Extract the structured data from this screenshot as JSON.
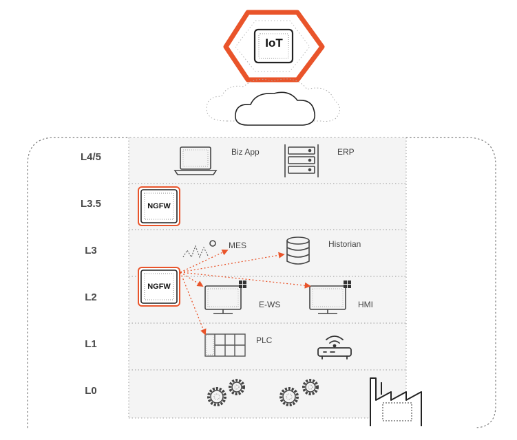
{
  "levels": {
    "l45": "L4/5",
    "l35": "L3.5",
    "l3": "L3",
    "l2": "L2",
    "l1": "L1",
    "l0": "L0"
  },
  "iot": {
    "label": "IoT"
  },
  "firewalls": {
    "l35_label": "NGFW",
    "l2_label": "NGFW"
  },
  "nodes": {
    "biz_app": "Biz App",
    "erp": "ERP",
    "mes": "MES",
    "historian": "Historian",
    "e_ws": "E-WS",
    "hmi": "HMI",
    "plc": "PLC"
  },
  "colors": {
    "accent": "#e9542a",
    "band_fill": "#f4f4f4",
    "line_gray": "#aaaaaa"
  },
  "icons": [
    "hexagon-icon",
    "cloud-icon",
    "laptop-icon",
    "server-rack-icon",
    "firewall-icon",
    "signal-icon",
    "database-icon",
    "monitor-windows-icon",
    "plc-grid-icon",
    "router-icon",
    "gears-icon",
    "factory-icon"
  ]
}
